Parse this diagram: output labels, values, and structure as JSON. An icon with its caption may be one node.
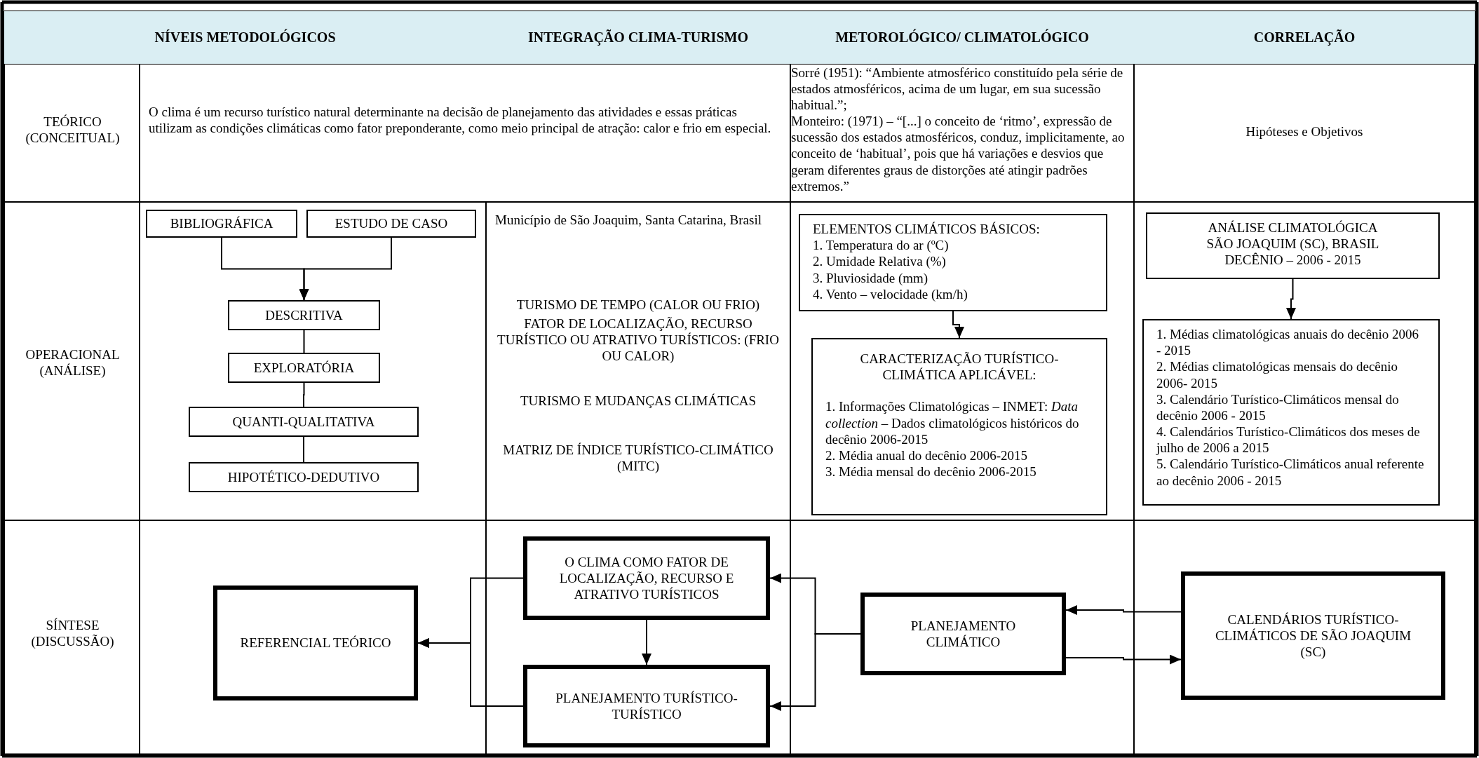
{
  "diagram": {
    "nodes": [
      {
        "text": [
          "BIBLIOGRÁFICA"
        ]
      },
      {
        "text": [
          "ESTUDO DE CASO"
        ]
      },
      {
        "text": [
          "DESCRITIVA"
        ]
      },
      {
        "text": [
          "EXPLORATÓRIA"
        ]
      },
      {
        "text": [
          "QUANTI-QUALITATIVA"
        ]
      },
      {
        "text": [
          "HIPOTÉTICO-DEDUTIVO"
        ]
      },
      {
        "text": [
          "ELEMENTOS CLIMÁTICOS BÁSICOS:",
          "1. Temperatura do ar (ºC)",
          "2. Umidade Relativa (%)",
          "3. Pluviosidade (mm)",
          "4. Vento – velocidade (km/h)"
        ]
      },
      {
        "text": [
          "CARACTERIZAÇÃO TURÍSTICO-CLIMÁTICA APLICÁVEL:",
          "1. Informações Climatológicas – INMET: *Data collection* – Dados climatológicos históricos do decênio 2006-2015",
          "2. Média anual do decênio 2006-2015",
          "3. Média mensal do decênio 2006-2015"
        ]
      },
      {
        "text": [
          "ANÁLISE CLIMATOLÓGICA",
          "SÃO JOAQUIM (SC), BRASIL",
          "DECÊNIO – 2006 - 2015"
        ]
      },
      {
        "text": [
          "1. Médias climatológicas anuais do decênio 2006 - 2015",
          "2. Médias climatológicas mensais do decênio 2006- 2015",
          "3. Calendário Turístico-Climáticos mensal do decênio 2006 - 2015",
          "4. Calendários Turístico-Climáticos dos meses de julho de 2006 a 2015",
          "5. Calendário Turístico-Climáticos anual referente ao decênio 2006 - 2015"
        ]
      },
      {
        "text": [
          "REFERENCIAL TEÓRICO"
        ]
      },
      {
        "text": [
          "O CLIMA COMO FATOR DE LOCALIZAÇÃO, RECURSO E ATRATIVO TURÍSTICOS"
        ]
      },
      {
        "text": [
          "PLANEJAMENTO TURÍSTICO-TURÍSTICO"
        ]
      },
      {
        "text": [
          "PLANEJAMENTO CLIMÁTICO"
        ]
      },
      {
        "text": [
          "CALENDÁRIOS TURÍSTICO-CLIMÁTICOS DE SÃO JOAQUIM (SC)"
        ]
      }
    ],
    "edges": [
      {
        "from": 0,
        "to": 2,
        "arrow": "to"
      },
      {
        "from": 1,
        "to": 2,
        "arrow": "to"
      },
      {
        "from": 2,
        "to": 3,
        "arrow": "none"
      },
      {
        "from": 3,
        "to": 4,
        "arrow": "none"
      },
      {
        "from": 4,
        "to": 5,
        "arrow": "none"
      },
      {
        "from": 6,
        "to": 7,
        "arrow": "to"
      },
      {
        "from": 8,
        "to": 9,
        "arrow": "to"
      },
      {
        "from": 11,
        "to": 12,
        "arrow": "to"
      },
      {
        "from": 11,
        "to": 10,
        "arrow": "to"
      },
      {
        "from": 12,
        "to": 10,
        "arrow": "to"
      },
      {
        "from": 13,
        "to": 11,
        "arrow": "to"
      },
      {
        "from": 13,
        "to": 12,
        "arrow": "to"
      },
      {
        "from": 14,
        "to": 13,
        "arrow": "to"
      },
      {
        "from": 13,
        "to": 14,
        "arrow": "to"
      }
    ],
    "labels": [
      "NÍVEIS METODOLÓGICOS",
      "INTEGRAÇÃO CLIMA-TURISMO",
      "METOROLÓGICO/ CLIMATOLÓGICO",
      "CORRELAÇÃO",
      "TEÓRICO (CONCEITUAL)",
      "O clima é um recurso turístico natural determinante na decisão de planejamento das atividades e essas práticas utilizam as condições climáticas como fator preponderante, como meio principal de atração: calor e frio em especial.",
      "Sorré (1951): “Ambiente atmosférico constituído pela série de estados atmosféricos, acima de um lugar, em sua sucessão habitual.”;",
      "Monteiro: (1971) – “[...] o conceito de ‘ritmo’, expressão de sucessão dos estados atmosféricos, conduz, implicitamente, ao conceito de ‘habitual’, pois que há variações e desvios que geram diferentes graus de distorções até atingir padrões extremos.”",
      "Hipóteses e Objetivos",
      "OPERACIONAL (ANÁLISE)",
      "Município de São Joaquim, Santa Catarina, Brasil",
      "TURISMO DE TEMPO (CALOR OU FRIO)",
      "FATOR DE LOCALIZAÇÃO, RECURSO TURÍSTICO OU ATRATIVO TURÍSTICOS: (FRIO OU CALOR)",
      "TURISMO E MUDANÇAS CLIMÁTICAS",
      "MATRIZ DE ÍNDICE TURÍSTICO-CLIMÁTICO (MITC)",
      "SÍNTESE (DISCUSSÃO)"
    ]
  }
}
